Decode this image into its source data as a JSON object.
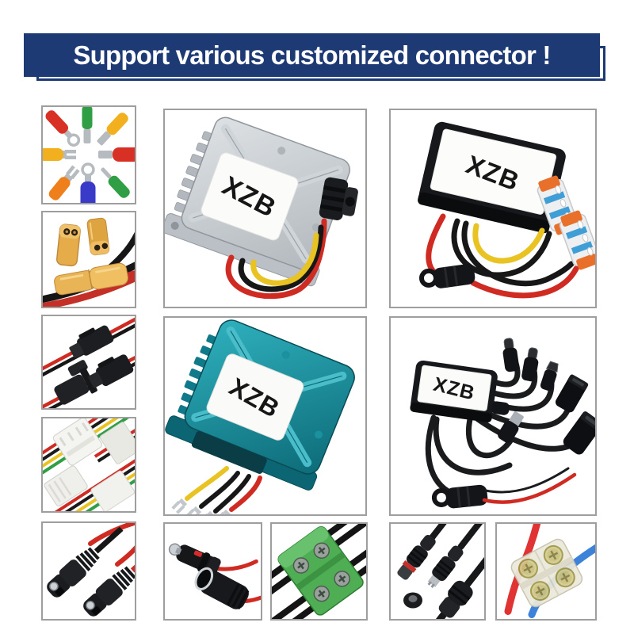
{
  "banner": {
    "title": "Support various customized connector !",
    "bg_color": "#1e3a74",
    "text_color": "#ffffff"
  },
  "tiles": [
    {
      "name": "assorted-ring-and-spade-crimp-terminals"
    },
    {
      "name": "xt60-battery-connectors"
    },
    {
      "name": "sm-plug-socket-connectors"
    },
    {
      "name": "jst-white-plug-connectors"
    },
    {
      "name": "sae-power-connectors"
    },
    {
      "name": "silver-aluminum-converter",
      "label": "XZB"
    },
    {
      "name": "black-converter-with-lever-wire-connectors",
      "label": "XZB"
    },
    {
      "name": "teal-converter-with-fork-terminals",
      "label": "XZB"
    },
    {
      "name": "black-converter-with-usb-cables",
      "label": "XZB"
    },
    {
      "name": "cigarette-lighter-plug-and-socket"
    },
    {
      "name": "green-screw-terminal-block"
    },
    {
      "name": "waterproof-circular-connectors"
    },
    {
      "name": "clear-screw-terminal-block"
    }
  ],
  "colors": {
    "banner_navy": "#1e3a74",
    "tile_border": "#9e9e9e",
    "silver_body": "#c6cbd0",
    "teal_body": "#1694a4",
    "black_body": "#17181b",
    "wire_red": "#cf2b23",
    "wire_black": "#171717",
    "wire_yellow": "#e8c322",
    "wire_green": "#2f9e44",
    "wire_blue": "#3b82d8",
    "xt60_yellow": "#e8b04b",
    "terminal_green": "#4fae54",
    "lever_orange": "#e8702b",
    "lever_blue": "#3f9ed6"
  }
}
